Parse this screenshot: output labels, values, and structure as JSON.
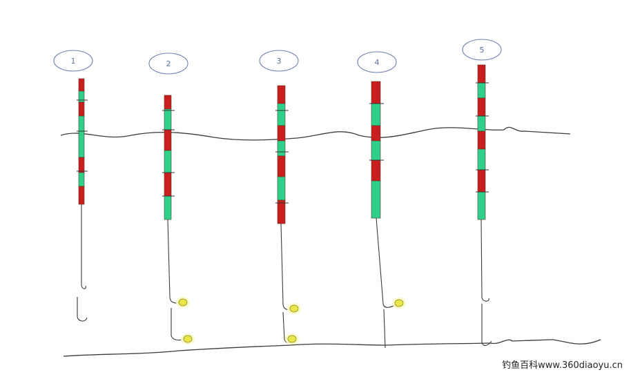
{
  "colors": {
    "red": "#c81e1e",
    "green": "#2fd08a",
    "line": "#3a3a3a",
    "bait": "#e8e64a",
    "circle": "#7080b0"
  },
  "floats": [
    {
      "label": "1",
      "bait": "none"
    },
    {
      "label": "2",
      "bait": "two-hanging"
    },
    {
      "label": "3",
      "bait": "two-on-line"
    },
    {
      "label": "4",
      "bait": "one"
    },
    {
      "label": "5",
      "bait": "none-bottom"
    }
  ],
  "watermark": "钓鱼百科www.360diaoyu.cn"
}
